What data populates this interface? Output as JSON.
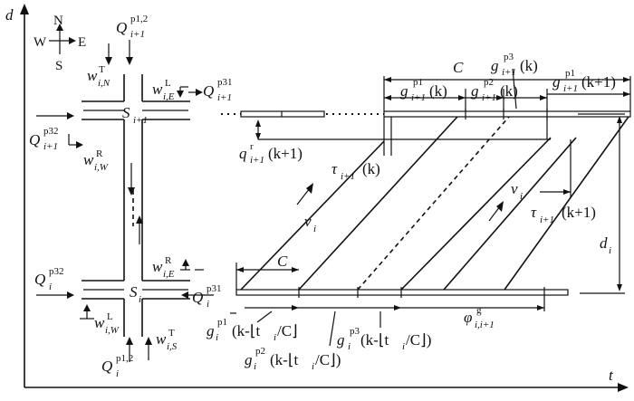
{
  "axes": {
    "y_label": "d",
    "x_label": "t"
  },
  "compass": {
    "north": "N",
    "south": "S",
    "east": "E",
    "west": "W"
  },
  "intersections": {
    "upper": {
      "name": "S",
      "sub": "i+1"
    },
    "lower": {
      "name": "S",
      "sub": "i"
    }
  },
  "flows": {
    "q_p12_up": {
      "base": "Q",
      "sup": "p1,2",
      "sub": "i+1"
    },
    "w_TN": {
      "base": "w",
      "sup": "T",
      "sub": "i,N"
    },
    "w_LE": {
      "base": "w",
      "sup": "L",
      "sub": "i,E"
    },
    "q_p31_up": {
      "base": "Q",
      "sup": "p31",
      "sub": "i+1"
    },
    "q_p32_up": {
      "base": "Q",
      "sup": "p32",
      "sub": "i+1"
    },
    "w_RW": {
      "base": "w",
      "sup": "R",
      "sub": "i,W"
    },
    "w_RE": {
      "base": "w",
      "sup": "R",
      "sub": "i,E"
    },
    "q_p32_low": {
      "base": "Q",
      "sup": "p32",
      "sub": "i"
    },
    "q_p31_low": {
      "base": "Q",
      "sup": "p31",
      "sub": "i"
    },
    "w_LW": {
      "base": "w",
      "sup": "L",
      "sub": "i,W"
    },
    "w_TS": {
      "base": "w",
      "sup": "T",
      "sub": "i,S"
    },
    "q_p12_low": {
      "base": "Q",
      "sup": "p1,2",
      "sub": "i"
    }
  },
  "timing": {
    "C_top": "C",
    "C_bottom": "C",
    "g_p3_top": {
      "base": "g",
      "sup": "p3",
      "sub": "i+1",
      "arg": "(k)"
    },
    "g_p1_top": {
      "base": "g",
      "sup": "p1",
      "sub": "i+1",
      "arg": "(k)"
    },
    "g_p2_top": {
      "base": "g",
      "sup": "p2",
      "sub": "i+1",
      "arg": "(k)"
    },
    "g_p1_next": {
      "base": "g",
      "sup": "p1",
      "sub": "i+1",
      "arg": "(k+1)"
    },
    "q_r": {
      "base": "q",
      "sup": "r",
      "sub": "i+1",
      "arg": "(k+1)"
    },
    "tau_k": {
      "base": "τ",
      "sub": "i+1",
      "arg": "(k)"
    },
    "tau_k1": {
      "base": "τ",
      "sub": "i+1",
      "arg": "(k+1)"
    },
    "v_left": {
      "base": "v",
      "sub": "i"
    },
    "v_right": {
      "base": "v",
      "sub": "i"
    },
    "d_i": {
      "base": "d",
      "sub": "i"
    },
    "phi": {
      "base": "φ",
      "sup": "g",
      "sub": "i,i+1"
    },
    "g_p1_bot": {
      "base": "g",
      "sup": "p1",
      "sub": "i",
      "arg": "(k-⌊t",
      "argsub": "i",
      "arg2": "/C⌋"
    },
    "g_p3_bot": {
      "base": "g",
      "sup": "p3",
      "sub": "i",
      "arg": "(k-⌊t",
      "argsub": "i",
      "arg2": "/C⌋)"
    },
    "g_p2_bot": {
      "base": "g",
      "sup": "p2",
      "sub": "i",
      "arg": "(k-⌊t",
      "argsub": "i",
      "arg2": "/C⌋)"
    }
  },
  "colors": {
    "ink": "#111111",
    "background": "#ffffff"
  }
}
